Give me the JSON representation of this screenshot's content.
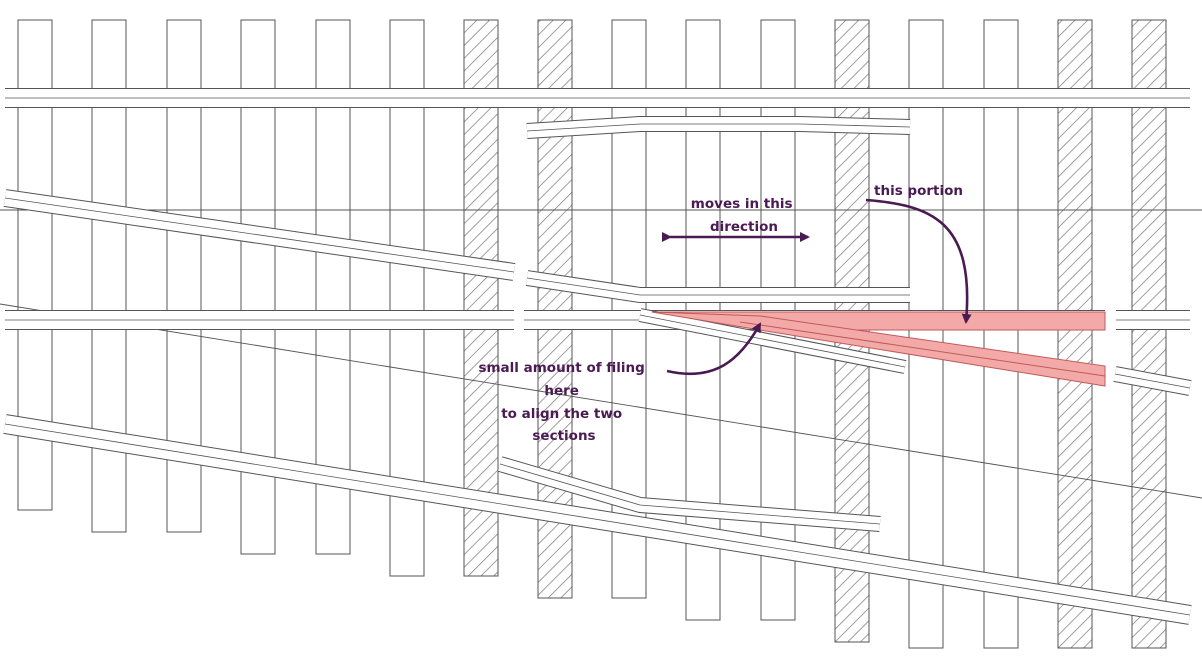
{
  "diagram": {
    "colors": {
      "line": "#555555",
      "annotation": "#4a1a52",
      "highlight": "#f4a9a9",
      "highlight_stroke": "#c05a5a",
      "hatch": "#777777"
    },
    "annotations": {
      "moves": {
        "lines": [
          "moves in this",
          "direction"
        ]
      },
      "portion": {
        "lines": [
          "this portion"
        ]
      },
      "filing": {
        "lines": [
          "small amount of filing",
          "here",
          "to align the two",
          "sections"
        ]
      }
    }
  }
}
